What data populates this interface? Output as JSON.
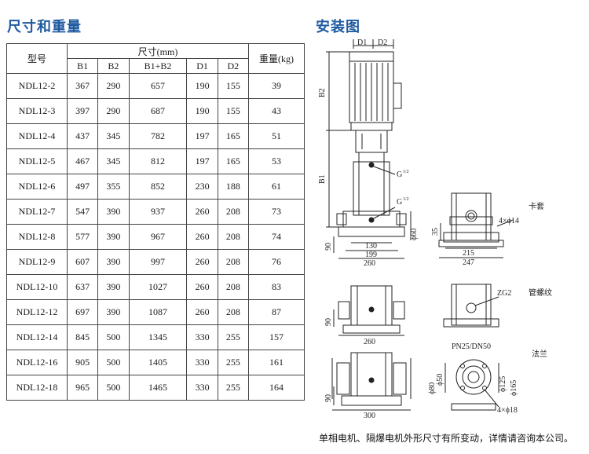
{
  "left_title": "尺寸和重量",
  "right_title": "安装图",
  "table": {
    "model_header": "型号",
    "dims_header": "尺寸(mm)",
    "weight_header": "重量(kg)",
    "dim_columns": [
      "B1",
      "B2",
      "B1+B2",
      "D1",
      "D2"
    ],
    "rows": [
      {
        "model": "NDL12-2",
        "b1": "367",
        "b2": "290",
        "b1b2": "657",
        "d1": "190",
        "d2": "155",
        "weight": "39"
      },
      {
        "model": "NDL12-3",
        "b1": "397",
        "b2": "290",
        "b1b2": "687",
        "d1": "190",
        "d2": "155",
        "weight": "43"
      },
      {
        "model": "NDL12-4",
        "b1": "437",
        "b2": "345",
        "b1b2": "782",
        "d1": "197",
        "d2": "165",
        "weight": "51"
      },
      {
        "model": "NDL12-5",
        "b1": "467",
        "b2": "345",
        "b1b2": "812",
        "d1": "197",
        "d2": "165",
        "weight": "53"
      },
      {
        "model": "NDL12-6",
        "b1": "497",
        "b2": "355",
        "b1b2": "852",
        "d1": "230",
        "d2": "188",
        "weight": "61"
      },
      {
        "model": "NDL12-7",
        "b1": "547",
        "b2": "390",
        "b1b2": "937",
        "d1": "260",
        "d2": "208",
        "weight": "73"
      },
      {
        "model": "NDL12-8",
        "b1": "577",
        "b2": "390",
        "b1b2": "967",
        "d1": "260",
        "d2": "208",
        "weight": "74"
      },
      {
        "model": "NDL12-9",
        "b1": "607",
        "b2": "390",
        "b1b2": "997",
        "d1": "260",
        "d2": "208",
        "weight": "76"
      },
      {
        "model": "NDL12-10",
        "b1": "637",
        "b2": "390",
        "b1b2": "1027",
        "d1": "260",
        "d2": "208",
        "weight": "83"
      },
      {
        "model": "NDL12-12",
        "b1": "697",
        "b2": "390",
        "b1b2": "1087",
        "d1": "260",
        "d2": "208",
        "weight": "87"
      },
      {
        "model": "NDL12-14",
        "b1": "845",
        "b2": "500",
        "b1b2": "1345",
        "d1": "330",
        "d2": "255",
        "weight": "157"
      },
      {
        "model": "NDL12-16",
        "b1": "905",
        "b2": "500",
        "b1b2": "1405",
        "d1": "330",
        "d2": "255",
        "weight": "161"
      },
      {
        "model": "NDL12-18",
        "b1": "965",
        "b2": "500",
        "b1b2": "1465",
        "d1": "330",
        "d2": "255",
        "weight": "164"
      }
    ]
  },
  "drawing": {
    "dim_d1": "D1",
    "dim_d2": "D2",
    "dim_b2": "B2",
    "dim_b1": "B1",
    "port_g1": "G",
    "port_g1_sup": "1/2",
    "port_g2": "G",
    "port_g2_sup": "1/2",
    "dim_90a": "90",
    "dim_130": "130",
    "dim_199": "199",
    "dim_260a": "260",
    "dim_phi60": "ϕ60",
    "dim_35": "35",
    "dim_215": "215",
    "dim_247": "247",
    "dim_4x14": "4×ϕ14",
    "label_sleeve": "卡套",
    "dim_90b": "90",
    "dim_260b": "260",
    "label_zg2": "ZG2",
    "label_thread": "管螺纹",
    "label_pn": "PN25/DN50",
    "label_flange": "法兰",
    "dim_phi50": "ϕ50",
    "dim_phi80": "ϕ80",
    "dim_phi125": "ϕ125",
    "dim_phi165": "ϕ165",
    "dim_4x18": "4×ϕ18",
    "dim_90c": "90",
    "dim_300": "300"
  },
  "footnote": "单相电机、隔爆电机外形尺寸有所变动，详情请咨询本公司。"
}
